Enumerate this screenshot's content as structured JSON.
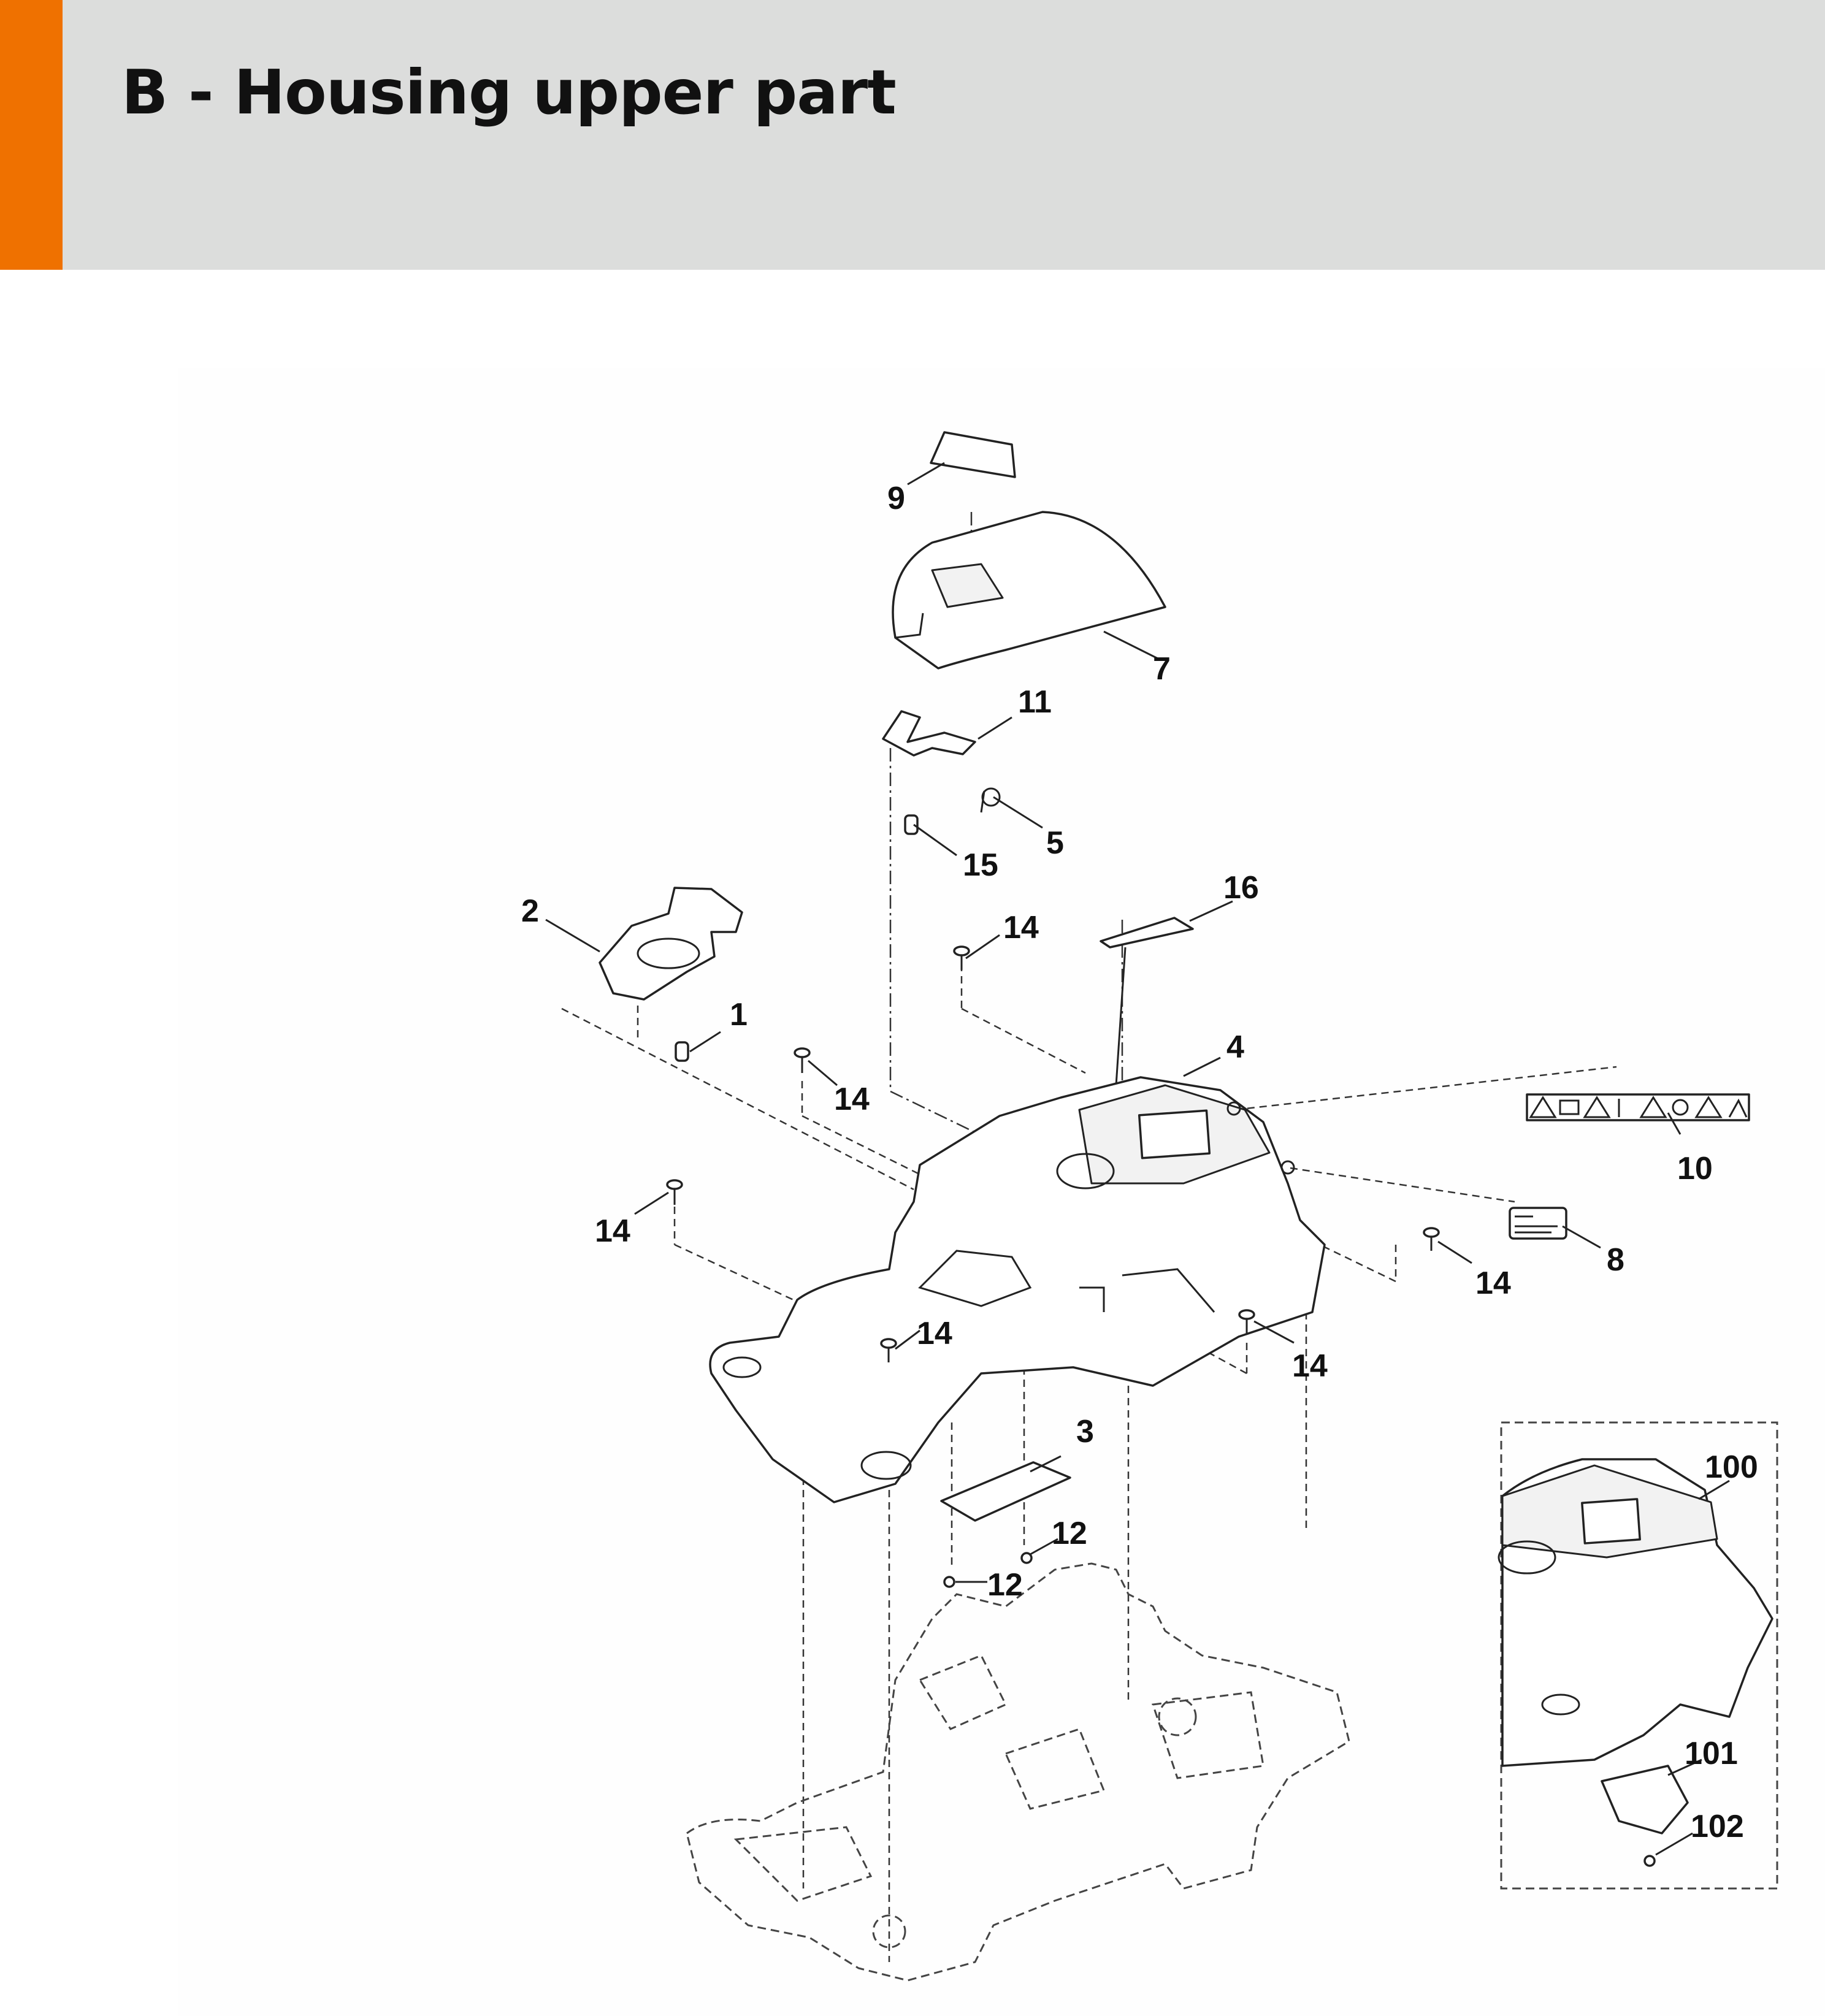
{
  "header": {
    "title": "B - Housing upper part",
    "accent_color": "#ef7100",
    "background_color": "#dcdddc"
  },
  "diagram": {
    "callouts": [
      "9",
      "7",
      "11",
      "5",
      "15",
      "16",
      "14",
      "2",
      "1",
      "4",
      "10",
      "8",
      "3",
      "12",
      "100",
      "101",
      "102"
    ],
    "inset_callouts": [
      "100",
      "101",
      "102"
    ]
  }
}
